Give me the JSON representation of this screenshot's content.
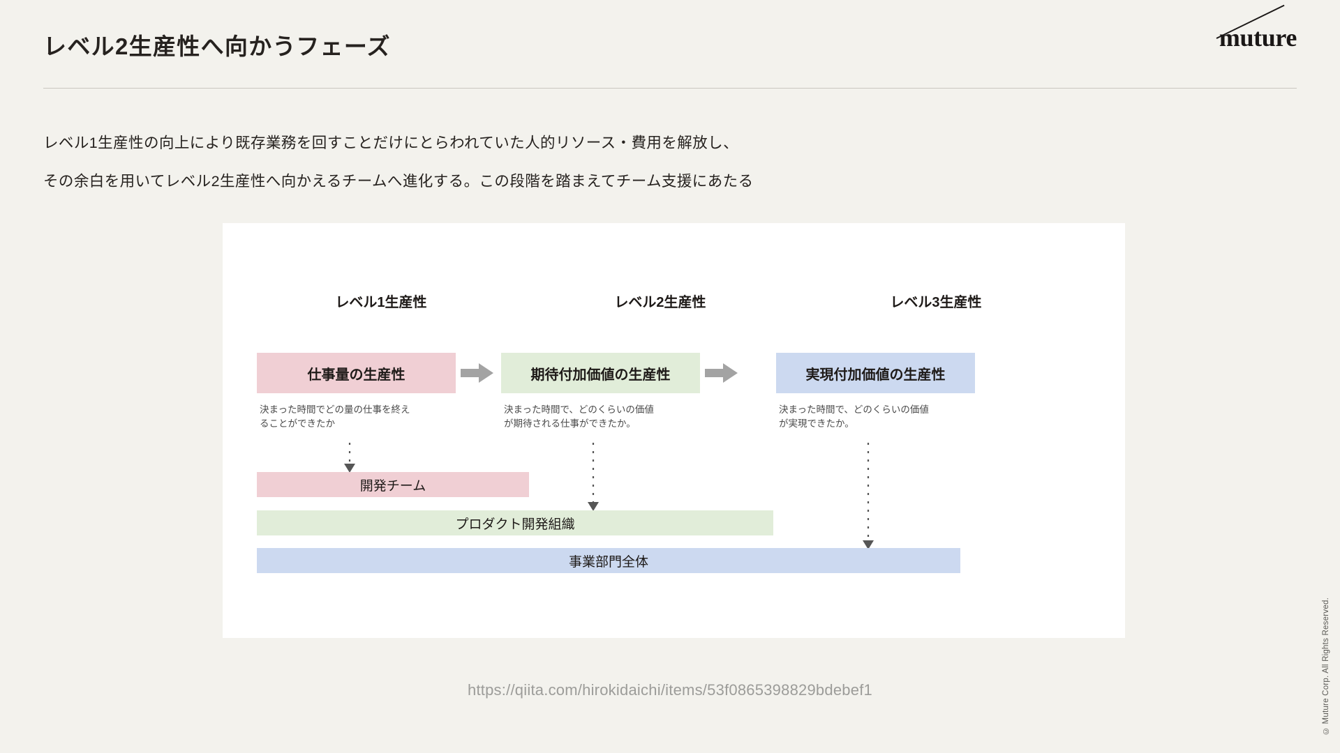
{
  "header": {
    "title": "レベル2生産性へ向かうフェーズ",
    "logo": "muture"
  },
  "lead": {
    "line1": "レベル1生産性の向上により既存業務を回すことだけにとらわれていた人的リソース・費用を解放し、",
    "line2": "その余白を用いてレベル2生産性へ向かえるチームへ進化する。この段階を踏まえてチーム支援にあたる"
  },
  "diagram": {
    "columns": [
      {
        "header": "レベル1生産性"
      },
      {
        "header": "レベル2生産性"
      },
      {
        "header": "レベル3生産性"
      }
    ],
    "stages": [
      {
        "label": "仕事量の生産性",
        "color": "#F0CFD4",
        "desc_line1": "決まった時間でどの量の仕事を終え",
        "desc_line2": "ることができたか"
      },
      {
        "label": "期待付加価値の生産性",
        "color": "#E1EDD9",
        "desc_line1": "決まった時間で、どのくらいの価値",
        "desc_line2": "が期待される仕事ができたか。"
      },
      {
        "label": "実現付加価値の生産性",
        "color": "#CCD9F0",
        "desc_line1": "決まった時間で、どのくらいの価値",
        "desc_line2": "が実現できたか。"
      }
    ],
    "arrow_color": "#A3A3A3",
    "scopes": [
      {
        "label": "開発チーム",
        "color": "#F0CFD4"
      },
      {
        "label": "プロダクト開発組織",
        "color": "#E1EDD9"
      },
      {
        "label": "事業部門全体",
        "color": "#CCD9F0"
      }
    ]
  },
  "footer": {
    "source_url": "https://qiita.com/hirokidaichi/items/53f0865398829bdebef1",
    "copyright": "© Muture Corp. All Rights Reserved."
  }
}
